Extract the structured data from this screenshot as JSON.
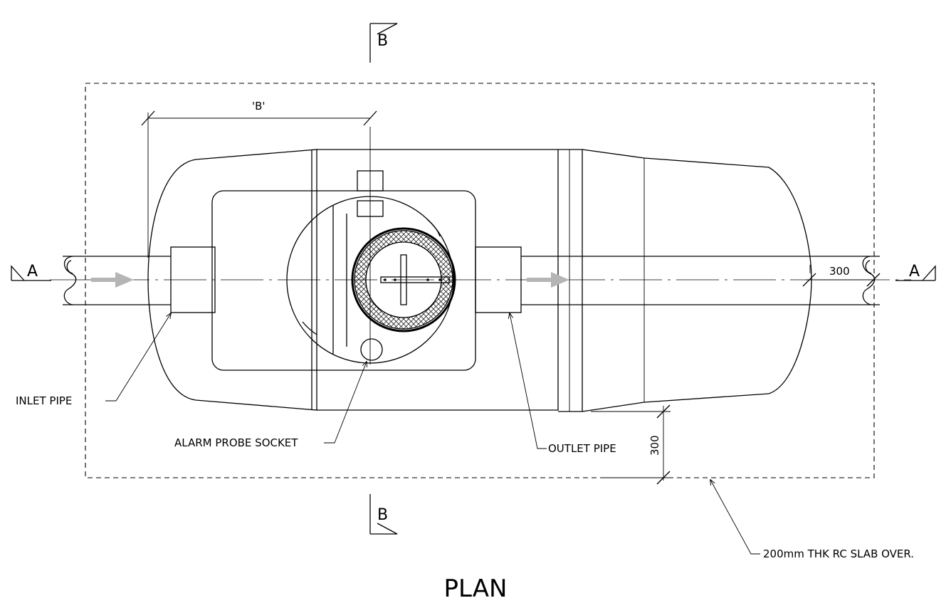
{
  "drawing": {
    "title": "PLAN",
    "section_a_left": "A",
    "section_a_right": "A",
    "section_b_top": "B",
    "section_b_bottom": "B",
    "dim_b": "'B'",
    "dim_300_pipe": "300",
    "dim_300_vertical": "300",
    "labels": {
      "inlet_pipe": "INLET PIPE",
      "alarm_probe_socket": "ALARM PROBE SOCKET",
      "outlet_pipe": "OUTLET PIPE",
      "slab": "200mm THK RC SLAB OVER."
    },
    "colors": {
      "line": "#000000",
      "flow_arrow": "#b5b5b5",
      "background": "#ffffff"
    }
  }
}
